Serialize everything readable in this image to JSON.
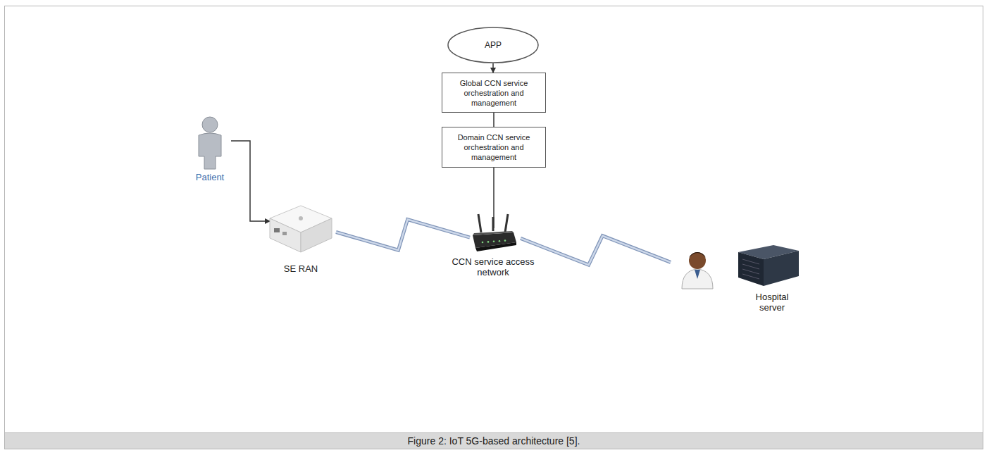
{
  "diagram": {
    "caption": "Figure 2: IoT 5G-based architecture [5].",
    "nodes": [
      {
        "text": [
          "APP"
        ]
      },
      {
        "text": [
          "Global CCN service orchestration and management"
        ]
      },
      {
        "text": [
          "Domain CCN service orchestration and management"
        ]
      },
      {
        "text": [
          "CCN service access network"
        ]
      },
      {
        "text": [
          "Patient"
        ]
      },
      {
        "text": [
          "SE RAN"
        ]
      },
      {
        "text": [
          "Hospital server"
        ]
      }
    ],
    "edges": [
      {
        "from": 0,
        "to": 1,
        "arrow": "to"
      },
      {
        "from": 1,
        "to": 2,
        "arrow": "none"
      },
      {
        "from": 2,
        "to": 3,
        "arrow": "none"
      },
      {
        "from": 4,
        "to": 5,
        "arrow": "to"
      },
      {
        "from": 5,
        "to": 3,
        "arrow": "none"
      },
      {
        "from": 3,
        "to": 6,
        "arrow": "none"
      }
    ]
  }
}
